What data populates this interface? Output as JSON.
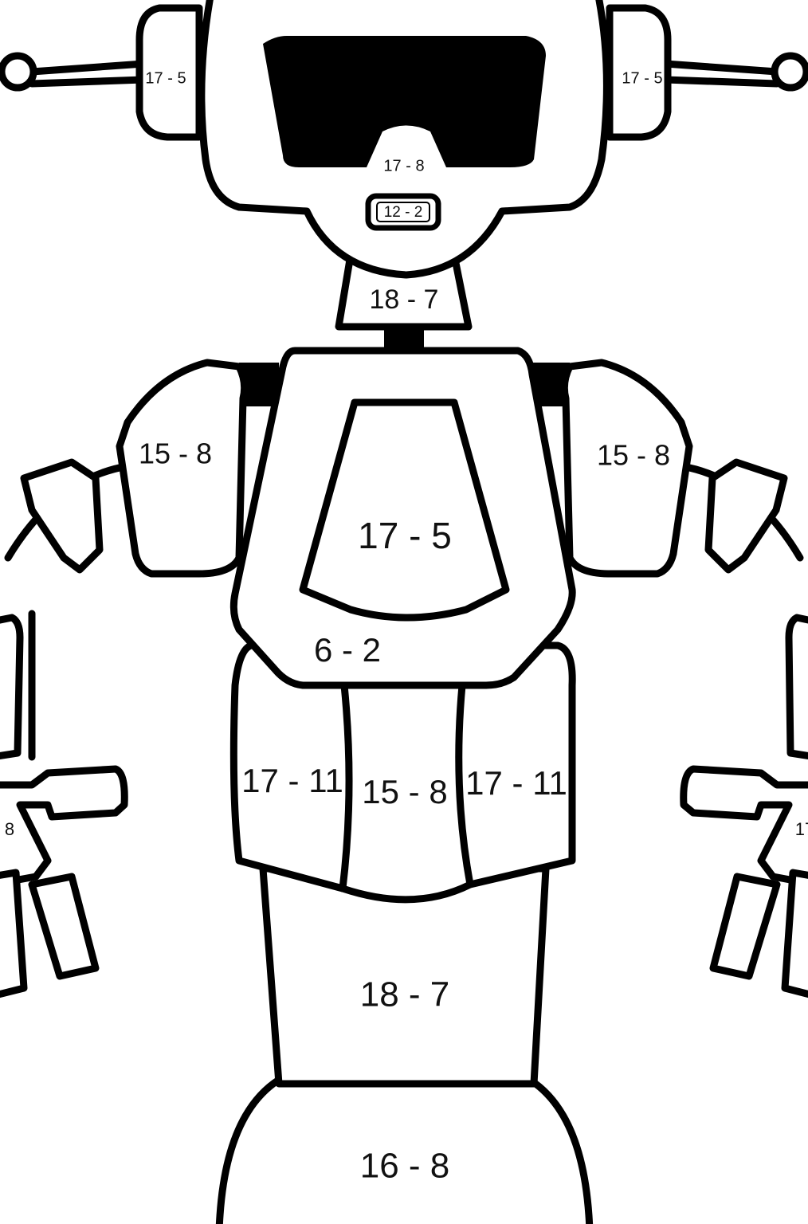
{
  "labels": {
    "ear_left": "17 - 5",
    "ear_right": "17 - 5",
    "face": "17 - 8",
    "mouth": "12 - 2",
    "neck": "18 - 7",
    "shoulder_left": "15 - 8",
    "shoulder_right": "15 - 8",
    "chest_panel": "17 - 5",
    "chest": "6 - 2",
    "belly_left": "17 - 11",
    "belly_center": "15 - 8",
    "belly_right": "17 - 11",
    "hips": "18 - 7",
    "legs": "16 - 8",
    "hand_left_partial": "8",
    "hand_right_partial": "17"
  },
  "colors": {
    "line": "#000000",
    "fill": "#ffffff"
  }
}
